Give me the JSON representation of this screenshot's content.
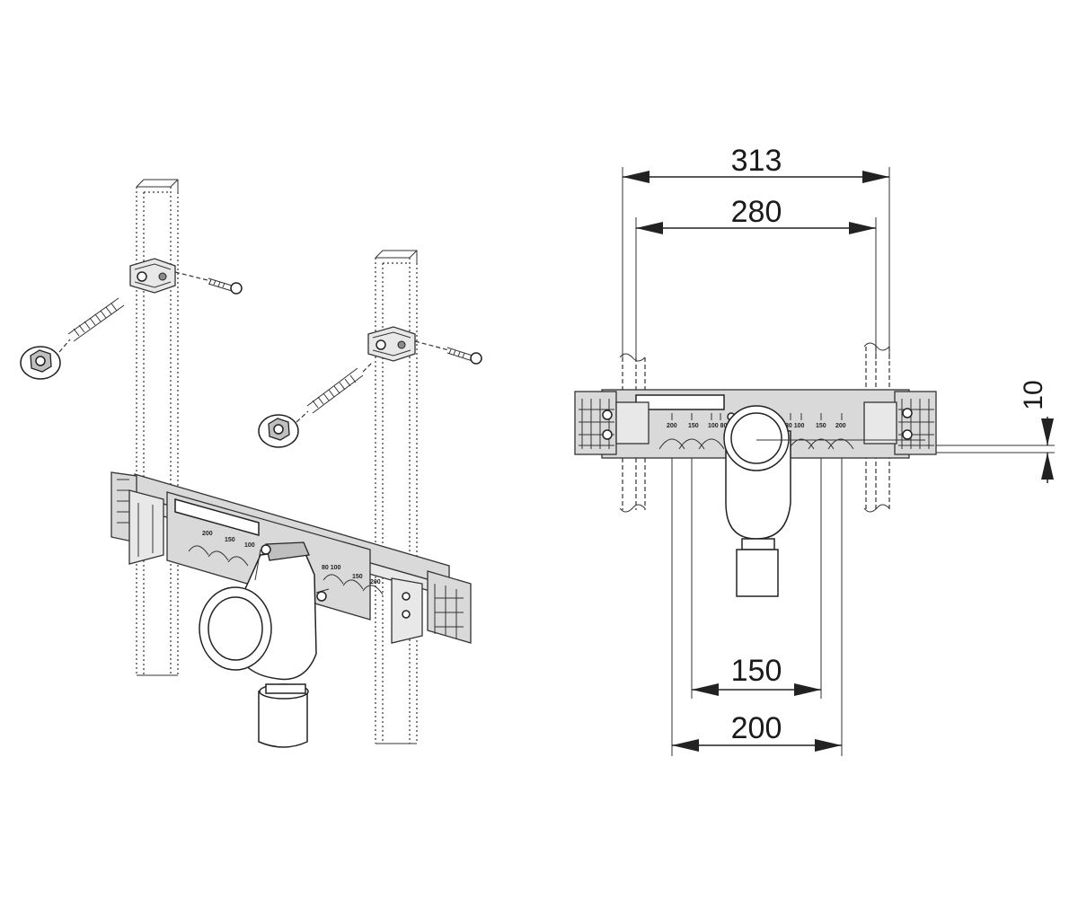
{
  "dimensions": {
    "overall_width": "313",
    "frame_width": "280",
    "offset": "10",
    "inner_spacing": "150",
    "outer_spacing": "200"
  },
  "scale_marks": {
    "left_front": [
      "200",
      "150",
      "100 80"
    ],
    "right_front": [
      "80 100",
      "150",
      "200"
    ],
    "left_iso": [
      "200",
      "150",
      "100"
    ],
    "right_iso": [
      "80 100",
      "150",
      "200"
    ]
  },
  "colors": {
    "line": "#222222",
    "panel": "#d9d9d9"
  }
}
